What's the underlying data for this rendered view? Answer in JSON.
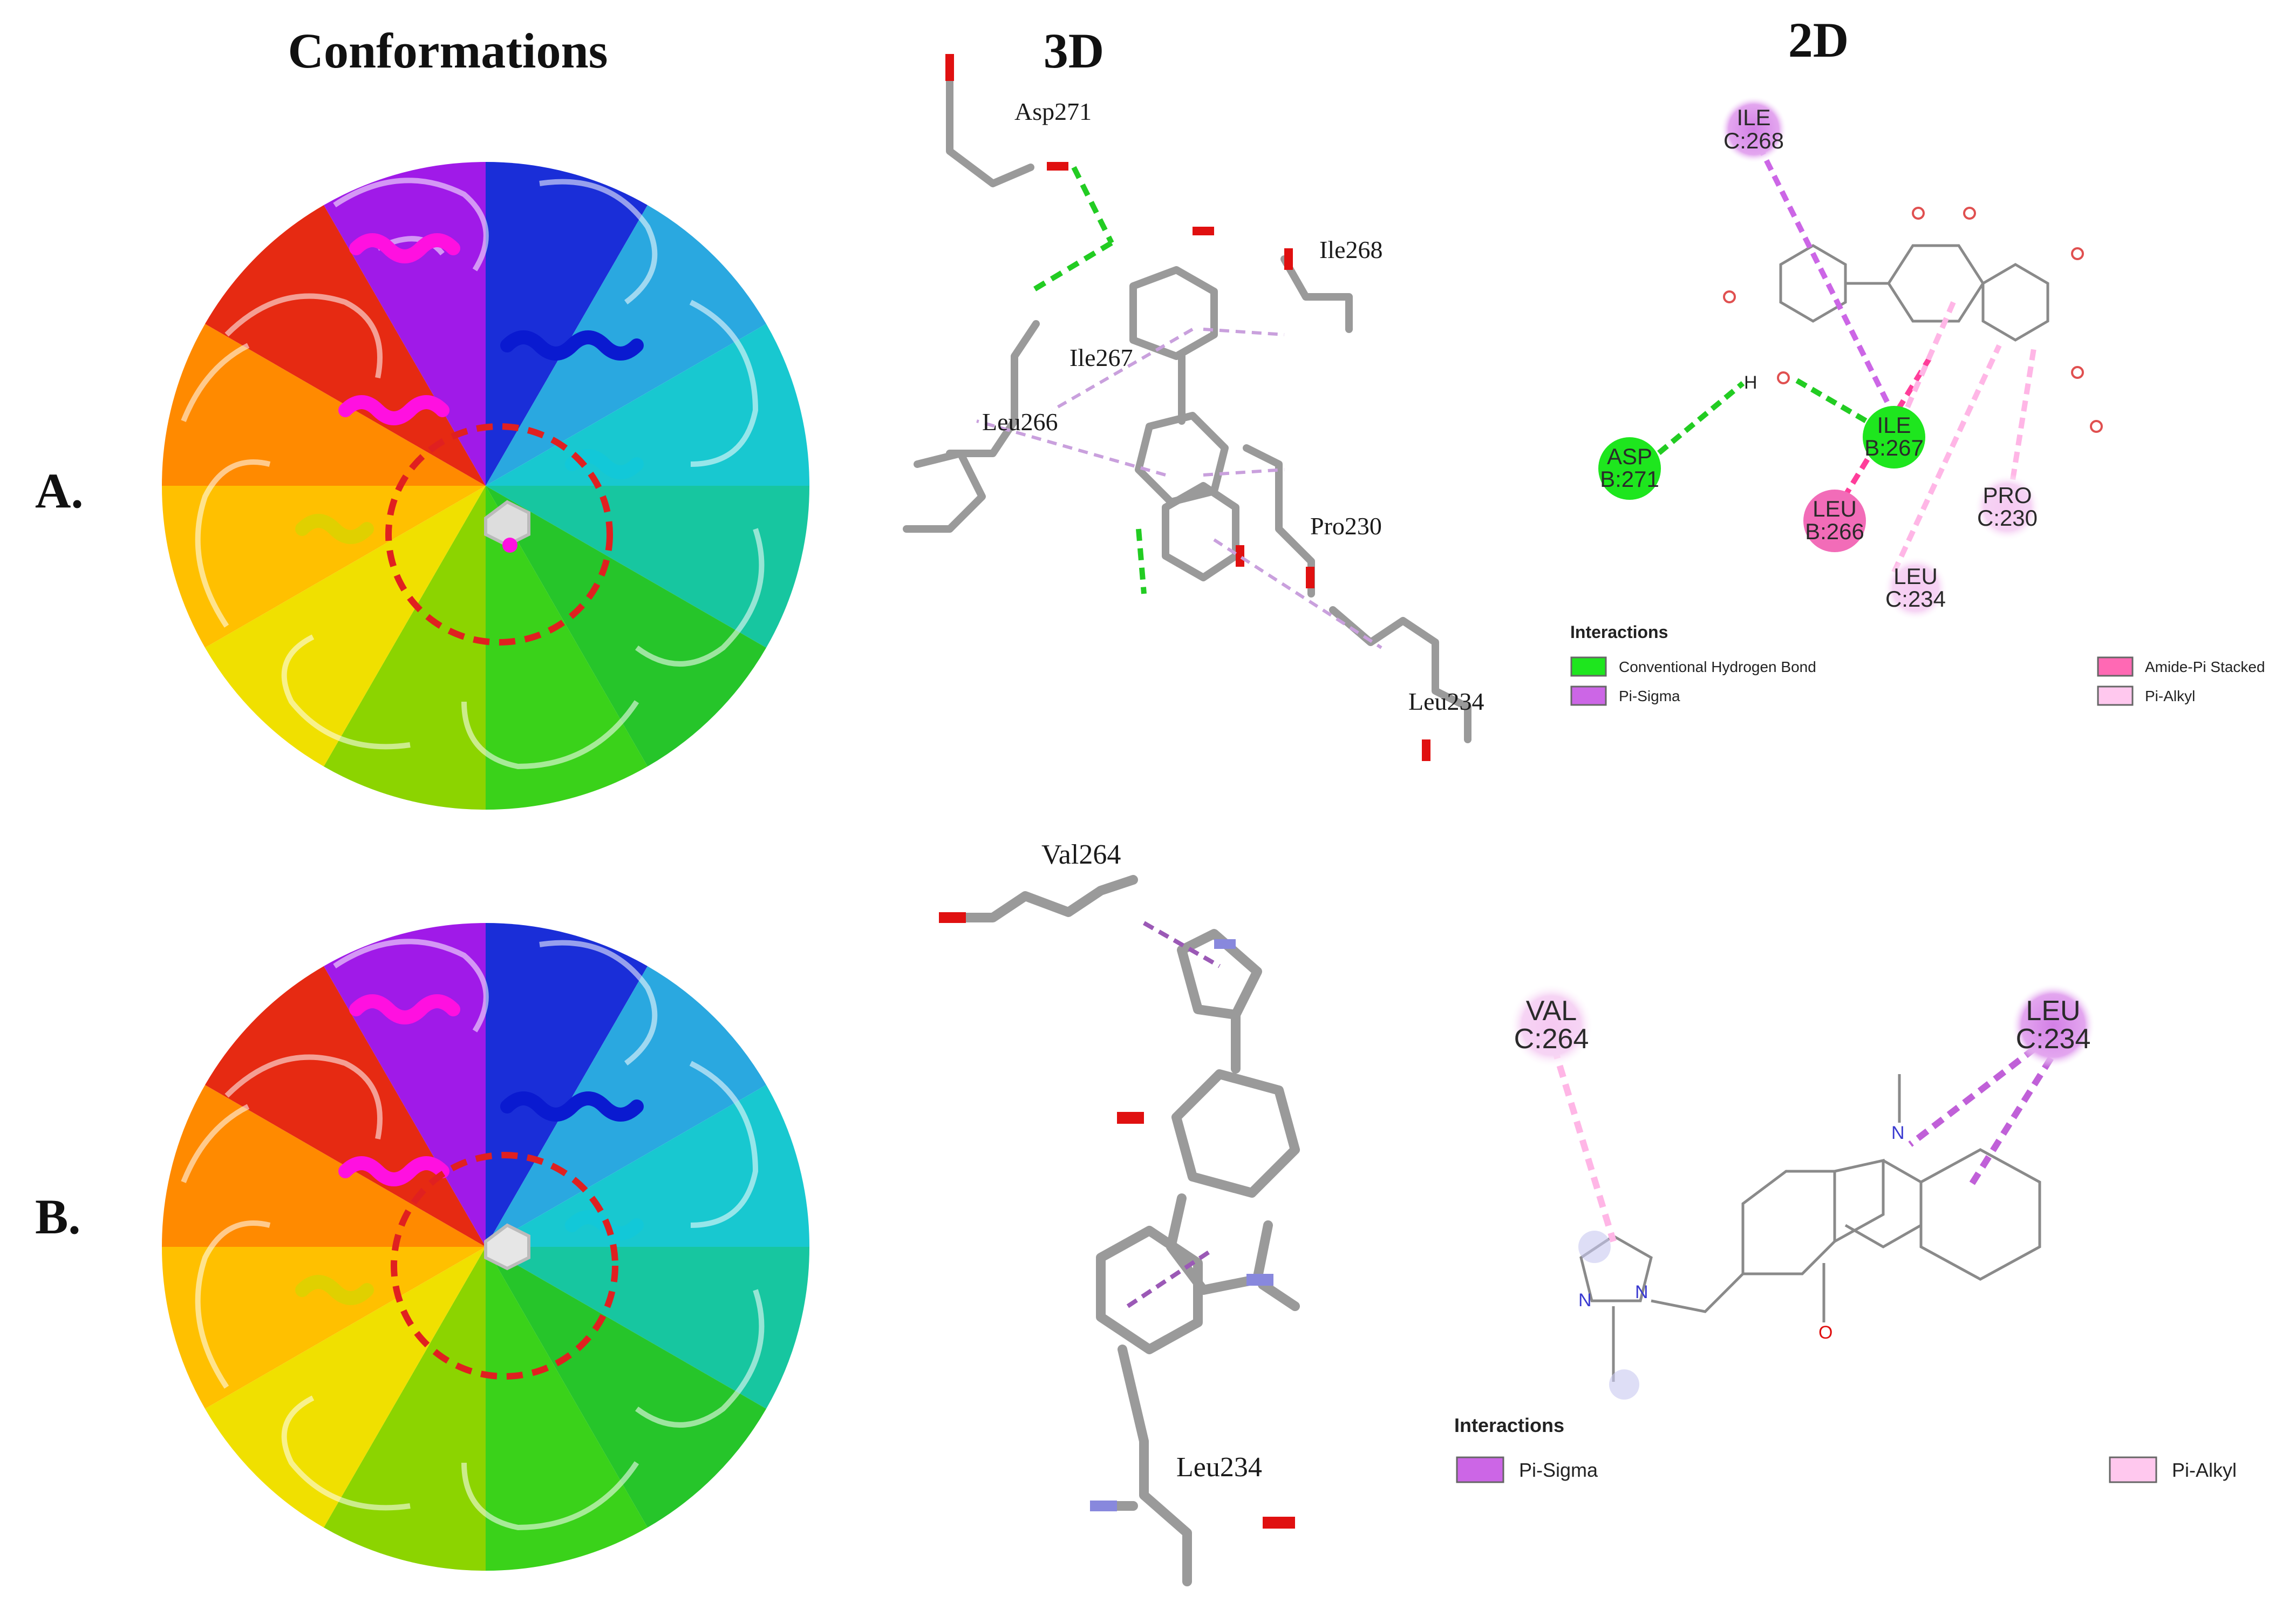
{
  "headers": {
    "conformations": "Conformations",
    "three_d": "3D",
    "two_d": "2D"
  },
  "rows": [
    {
      "label": "A.",
      "residues_3d": [
        "Asp271",
        "Ile268",
        "Ile267",
        "Leu266",
        "Pro230",
        "Leu234"
      ],
      "residues_2d": [
        {
          "name": "ILE",
          "id": "C:268",
          "type": "Pi-Sigma"
        },
        {
          "name": "ASP",
          "id": "B:271",
          "type": "Conventional Hydrogen Bond"
        },
        {
          "name": "ILE",
          "id": "B:267",
          "type": "Conventional Hydrogen Bond"
        },
        {
          "name": "LEU",
          "id": "B:266",
          "type": "Amide-Pi Stacked"
        },
        {
          "name": "PRO",
          "id": "C:230",
          "type": "Pi-Alkyl"
        },
        {
          "name": "LEU",
          "id": "C:234",
          "type": "Pi-Alkyl"
        }
      ],
      "hbond_atom": "H",
      "legend": {
        "title": "Interactions",
        "items": [
          {
            "label": "Conventional Hydrogen Bond",
            "color": "#1ee61e"
          },
          {
            "label": "Amide-Pi Stacked",
            "color": "#ff69b4"
          },
          {
            "label": "Pi-Sigma",
            "color": "#cc66e6"
          },
          {
            "label": "Pi-Alkyl",
            "color": "#ffc8ee"
          }
        ]
      }
    },
    {
      "label": "B.",
      "residues_3d": [
        "Val264",
        "Leu234"
      ],
      "residues_2d": [
        {
          "name": "VAL",
          "id": "C:264",
          "type": "Pi-Alkyl"
        },
        {
          "name": "LEU",
          "id": "C:234",
          "type": "Pi-Sigma"
        }
      ],
      "atoms": {
        "nitrogen": "N",
        "oxygen": "O"
      },
      "legend": {
        "title": "Interactions",
        "items": [
          {
            "label": "Pi-Sigma",
            "color": "#cc66e6"
          },
          {
            "label": "Pi-Alkyl",
            "color": "#ffc8ee"
          }
        ]
      }
    }
  ],
  "colors": {
    "hbond": "#22cc22",
    "pi_sigma": "#c060d8",
    "amide_pi": "#ff3d9a",
    "pi_alkyl": "#ffb6e6",
    "dashed_circle": "#e02020",
    "stick": "#9a9a9a",
    "oxygen": "#e01010",
    "nitrogen": "#8888dd"
  },
  "protein_palette": [
    "#e02010",
    "#ff7a00",
    "#ffd400",
    "#d8d800",
    "#22c21a",
    "#17d0a0",
    "#1ab8e0",
    "#1030e0",
    "#5a10d0",
    "#c010f0"
  ]
}
